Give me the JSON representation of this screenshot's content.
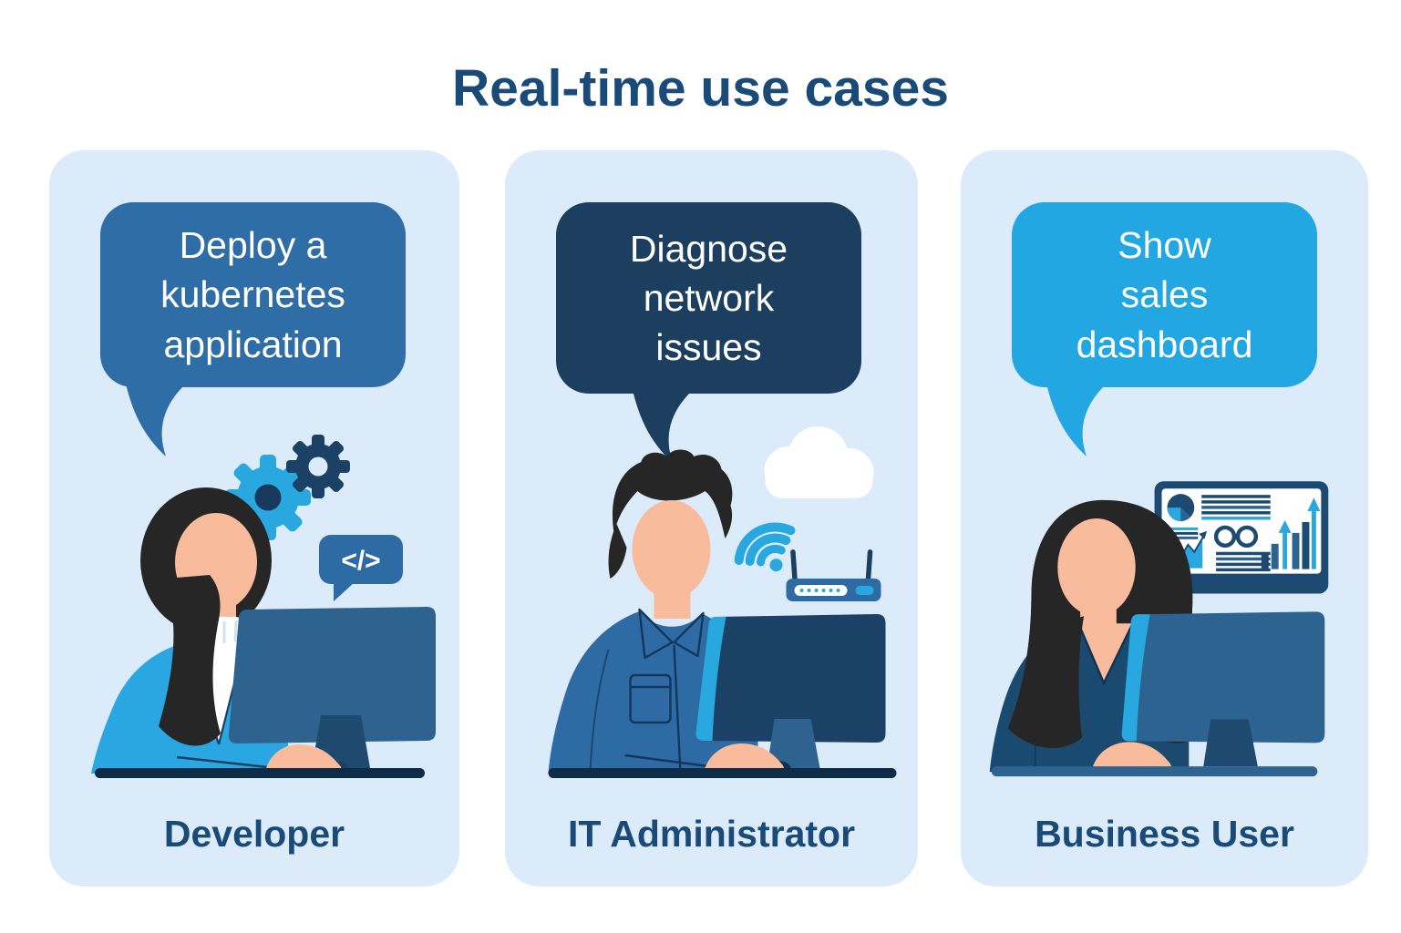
{
  "title": "Real-time use cases",
  "colors": {
    "background": "#ffffff",
    "panel_bg": "#dcebfa",
    "heading_text": "#1a4b78",
    "bubble_developer": "#2e6da6",
    "bubble_it_admin": "#1c3f60",
    "bubble_business": "#22a7e2",
    "accent_cyan": "#29a8e0",
    "accent_medium_blue": "#2e6ba4",
    "accent_navy": "#1b3f5f",
    "monitor_medium": "#2e6390",
    "monitor_dark": "#1c4166",
    "desk_navy": "#0e2b47",
    "skin": "#f8bb9b",
    "hair": "#262626"
  },
  "panels": [
    {
      "id": "developer",
      "bubble_text": "Deploy a\nkubernetes\napplication",
      "bubble_color": "#2e6da6",
      "label": "Developer",
      "icons": [
        "gears-icon",
        "code-bubble-icon"
      ],
      "code_symbol": "</>"
    },
    {
      "id": "it-administrator",
      "bubble_text": "Diagnose\nnetwork\nissues",
      "bubble_color": "#1c3f60",
      "label": "IT Administrator",
      "icons": [
        "cloud-icon",
        "wifi-icon",
        "router-icon"
      ]
    },
    {
      "id": "business-user",
      "bubble_text": "Show\nsales\ndashboard",
      "bubble_color": "#22a7e2",
      "label": "Business User",
      "icons": [
        "dashboard-icon"
      ]
    }
  ]
}
